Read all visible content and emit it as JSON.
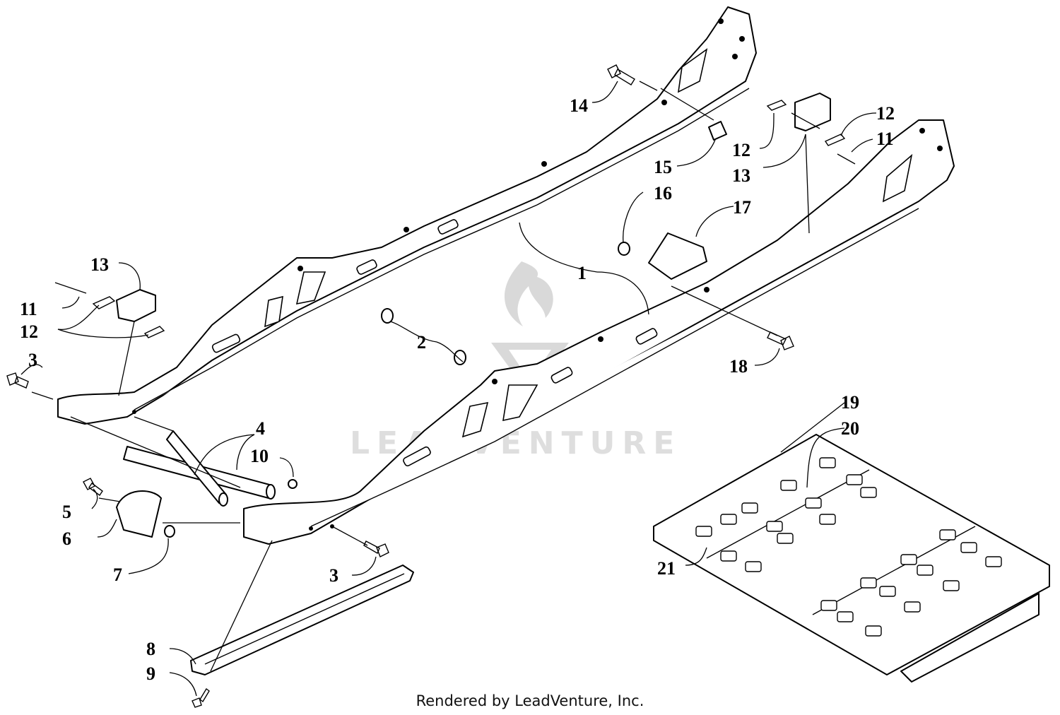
{
  "watermark": {
    "text": "LEADVENTURE"
  },
  "callouts": [
    "1",
    "2",
    "3",
    "4",
    "5",
    "6",
    "7",
    "8",
    "9",
    "10",
    "11",
    "12",
    "13",
    "14",
    "15",
    "16",
    "17",
    "18",
    "19",
    "20",
    "21"
  ],
  "footer": "Rendered by LeadVenture, Inc."
}
